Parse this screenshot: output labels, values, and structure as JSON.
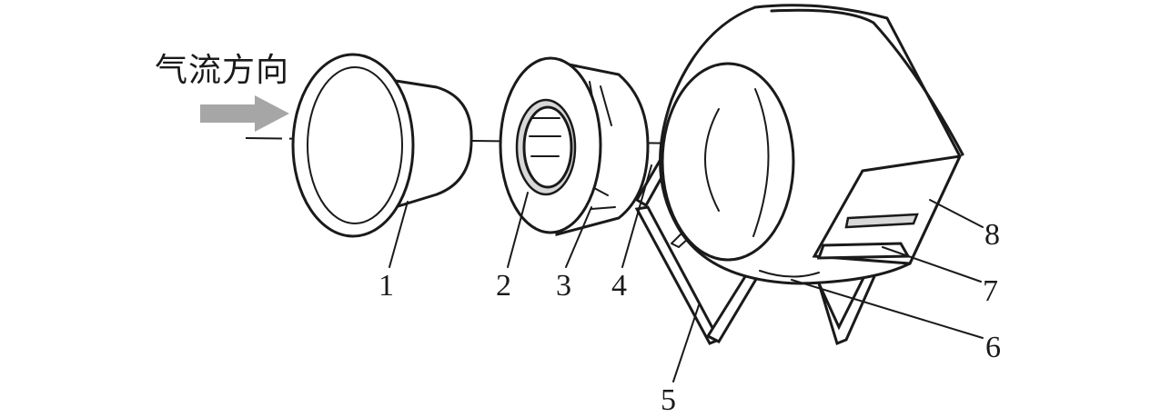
{
  "diagram": {
    "flow_label": "气流方向",
    "arrow_color": "#a6a6a6",
    "line_color": "#1a1a1a",
    "callouts": [
      "1",
      "2",
      "3",
      "4",
      "5",
      "6",
      "7",
      "8"
    ]
  }
}
